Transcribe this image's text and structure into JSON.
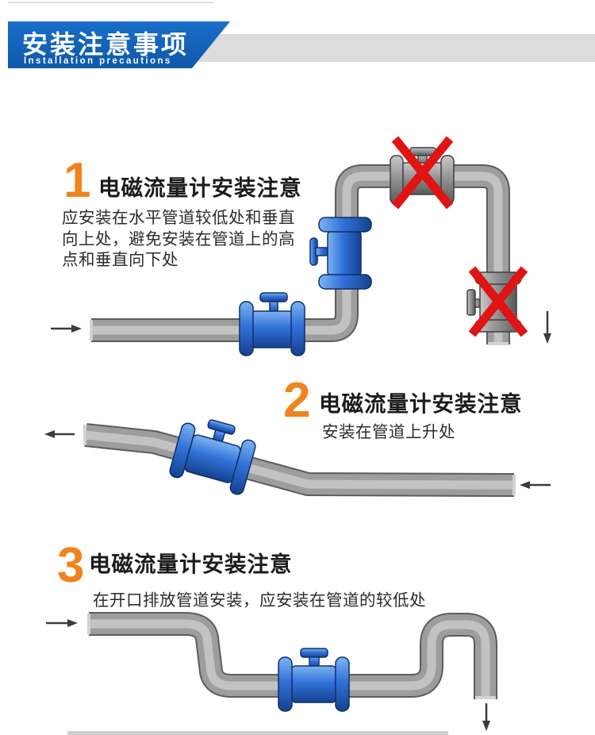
{
  "header": {
    "title_cn": "安装注意事项",
    "title_en": "Installation precautions",
    "banner_color": "#1160b7",
    "stripe_color": "#dcdcdc"
  },
  "sections": [
    {
      "number": "1",
      "title": "电磁流量计安装注意",
      "description": "应安装在水平管道较低处和垂直向上处，避免安装在管道上的高点和垂直向下处"
    },
    {
      "number": "2",
      "title": "电磁流量计安装注意",
      "description": "安装在管道上升处"
    },
    {
      "number": "3",
      "title": "电磁流量计安装注意",
      "description": "在开口排放管道安装，应安装在管道的较低处"
    }
  ],
  "colors": {
    "accent_orange": "#f0831e",
    "meter_blue": "#2f6fd6",
    "error_red": "#e11414",
    "pipe_gray": "#9d9d9d",
    "text_dark": "#1b1b1b"
  },
  "icons": {
    "flow_direction_arrow": "→",
    "wrong_position_mark": "✕",
    "flow_meter": "electromagnetic-flow-meter"
  }
}
